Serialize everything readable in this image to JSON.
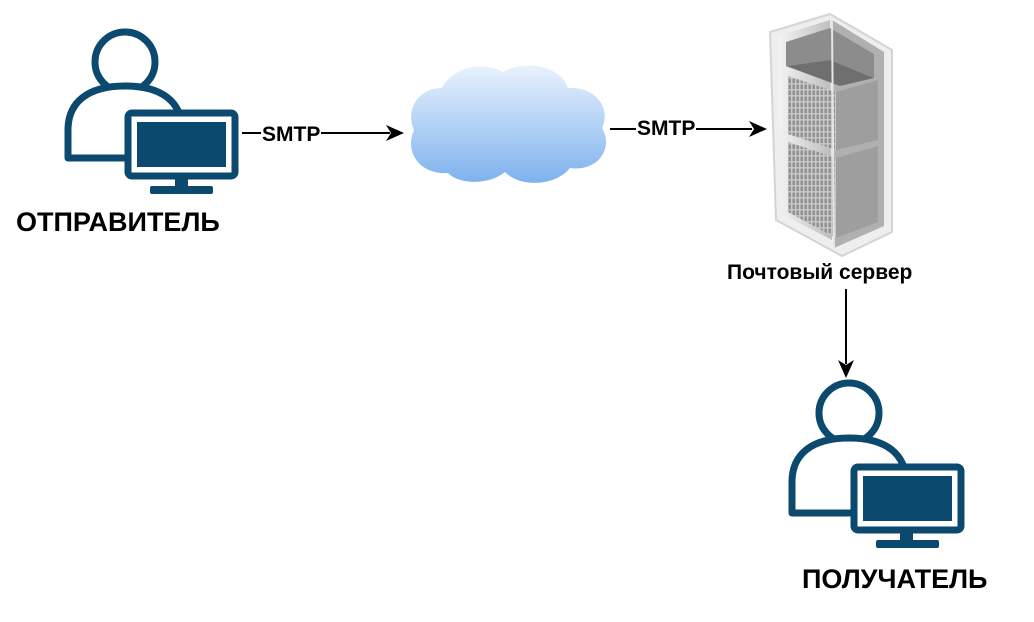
{
  "diagram": {
    "nodes": {
      "sender": {
        "label": "ОТПРАВИТЕЛЬ",
        "icon": "user-computer-icon"
      },
      "network": {
        "icon": "cloud-icon"
      },
      "server": {
        "label": "Почтовый сервер",
        "icon": "server-rack-icon"
      },
      "recipient": {
        "label": "ПОЛУЧАТЕЛЬ",
        "icon": "user-computer-icon"
      }
    },
    "edges": [
      {
        "from": "sender",
        "to": "network",
        "label": "SMTP"
      },
      {
        "from": "network",
        "to": "server",
        "label": "SMTP"
      },
      {
        "from": "server",
        "to": "recipient",
        "label": ""
      }
    ]
  },
  "colors": {
    "icon_primary": "#0B4A6E",
    "cloud_light": "#E6F1FD",
    "cloud_dark": "#7FB3EE",
    "server_gray": "#9A9A9A",
    "edge": "#000000"
  }
}
